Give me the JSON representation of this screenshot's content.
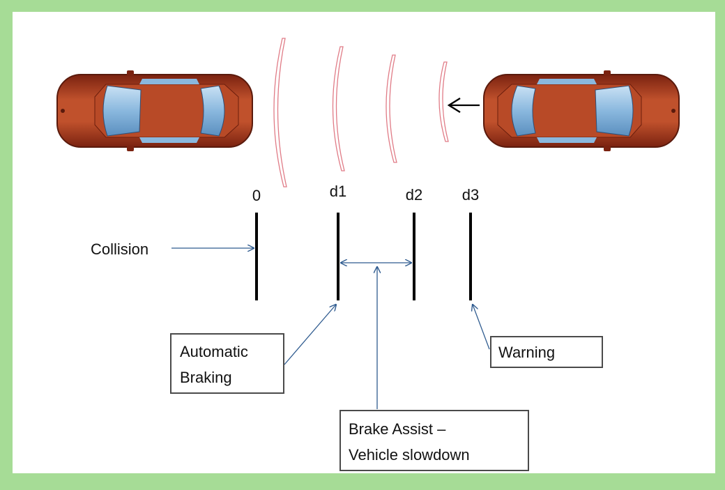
{
  "markers": [
    {
      "id": "m0",
      "label": "0"
    },
    {
      "id": "m1",
      "label": "d1"
    },
    {
      "id": "m2",
      "label": "d2"
    },
    {
      "id": "m3",
      "label": "d3"
    }
  ],
  "labels": {
    "collision": "Collision",
    "automatic_line1": "Automatic",
    "automatic_line2": "Braking",
    "warning": "Warning",
    "brake_line1": "Brake Assist –",
    "brake_line2": "Vehicle slowdown"
  },
  "colors": {
    "frame_border": "#a6dc96",
    "car_body": "#b5401f",
    "car_glass": "#8ab8de",
    "wave": "#e07b86",
    "arrow": "#2f5b8f",
    "marker": "#000000"
  },
  "icons": [
    "car-icon",
    "sensor-wave-icon",
    "arrow-left-icon"
  ]
}
